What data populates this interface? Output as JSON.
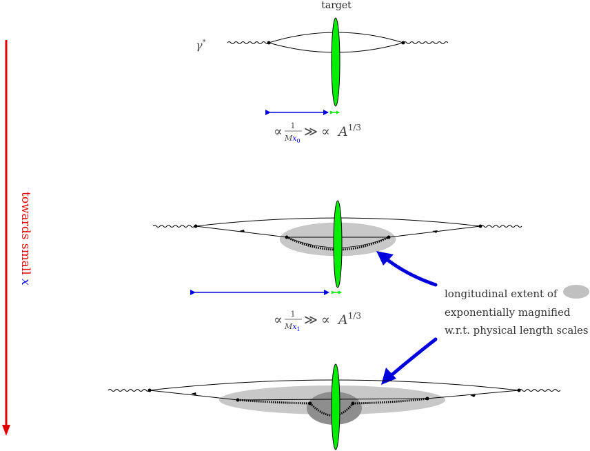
{
  "colors": {
    "target": "#00ee00",
    "arrow_red": "#e00000",
    "scale_blue": "#0000dd",
    "line": "#000000",
    "shade_light": "#c8c8c8",
    "shade_dark": "#8e8e8e",
    "text_gray": "#444444"
  },
  "labels": {
    "target": "target",
    "photon": "γ",
    "photon_sup": "*",
    "towards": "towards small ",
    "towards_var": "x"
  },
  "scale1": {
    "prop": "∝",
    "num": "1",
    "den_M": "M",
    "den_x": "x",
    "den_sub": "0",
    "gg": "≫",
    "rhs_prop": "∝",
    "rhs_A": "A",
    "rhs_exp": "1/3"
  },
  "scale2": {
    "prop": "∝",
    "num": "1",
    "den_M": "M",
    "den_x": "x",
    "den_sub": "1",
    "gg": "≫",
    "rhs_prop": "∝",
    "rhs_A": "A",
    "rhs_exp": "1/3"
  },
  "annotation": {
    "line1": "longitudinal extent of",
    "line2": "exponentially magnified",
    "line3": "w.r.t. physical length scales"
  }
}
